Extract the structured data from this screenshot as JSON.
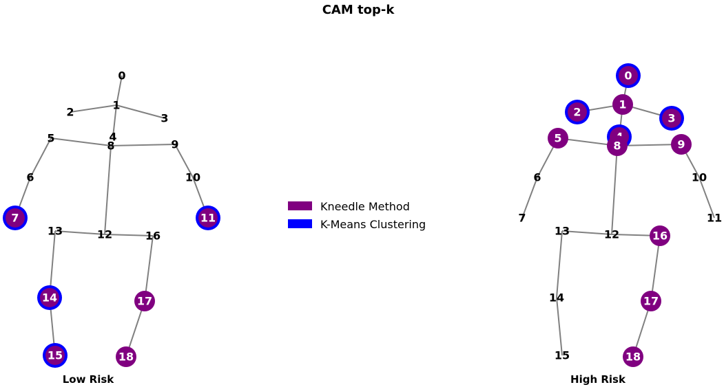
{
  "title": "CAM top-k",
  "legend": [
    {
      "label": "Kneedle Method",
      "color": "#800080"
    },
    {
      "label": "K-Means Clustering",
      "color": "#0000ff"
    }
  ],
  "colors": {
    "kneedle": "#800080",
    "kmeans": "#0000ff",
    "edge": "#808080",
    "highlighted_label": "#ffffff",
    "plain_label": "#000000"
  },
  "edges": [
    [
      0,
      1
    ],
    [
      1,
      2
    ],
    [
      1,
      3
    ],
    [
      1,
      4
    ],
    [
      5,
      8
    ],
    [
      8,
      9
    ],
    [
      5,
      6
    ],
    [
      6,
      7
    ],
    [
      9,
      10
    ],
    [
      10,
      11
    ],
    [
      8,
      12
    ],
    [
      12,
      13
    ],
    [
      12,
      16
    ],
    [
      13,
      14
    ],
    [
      14,
      15
    ],
    [
      16,
      17
    ],
    [
      17,
      18
    ]
  ],
  "panels": [
    {
      "label": "Low Risk",
      "nodes": [
        {
          "id": 0,
          "label": "0",
          "kneedle": false,
          "kmeans": false
        },
        {
          "id": 1,
          "label": "1",
          "kneedle": false,
          "kmeans": false
        },
        {
          "id": 2,
          "label": "2",
          "kneedle": false,
          "kmeans": false
        },
        {
          "id": 3,
          "label": "3",
          "kneedle": false,
          "kmeans": false
        },
        {
          "id": 4,
          "label": "4",
          "kneedle": false,
          "kmeans": false
        },
        {
          "id": 5,
          "label": "5",
          "kneedle": false,
          "kmeans": false
        },
        {
          "id": 6,
          "label": "6",
          "kneedle": false,
          "kmeans": false
        },
        {
          "id": 7,
          "label": "7",
          "kneedle": true,
          "kmeans": true
        },
        {
          "id": 8,
          "label": "8",
          "kneedle": false,
          "kmeans": false
        },
        {
          "id": 9,
          "label": "9",
          "kneedle": false,
          "kmeans": false
        },
        {
          "id": 10,
          "label": "10",
          "kneedle": false,
          "kmeans": false
        },
        {
          "id": 11,
          "label": "11",
          "kneedle": true,
          "kmeans": true
        },
        {
          "id": 12,
          "label": "12",
          "kneedle": false,
          "kmeans": false
        },
        {
          "id": 13,
          "label": "13",
          "kneedle": false,
          "kmeans": false
        },
        {
          "id": 14,
          "label": "14",
          "kneedle": true,
          "kmeans": true
        },
        {
          "id": 15,
          "label": "15",
          "kneedle": true,
          "kmeans": true
        },
        {
          "id": 16,
          "label": "16",
          "kneedle": false,
          "kmeans": false
        },
        {
          "id": 17,
          "label": "17",
          "kneedle": true,
          "kmeans": false
        },
        {
          "id": 18,
          "label": "18",
          "kneedle": true,
          "kmeans": false
        }
      ]
    },
    {
      "label": "High Risk",
      "nodes": [
        {
          "id": 0,
          "label": "0",
          "kneedle": true,
          "kmeans": true
        },
        {
          "id": 1,
          "label": "1",
          "kneedle": true,
          "kmeans": false
        },
        {
          "id": 2,
          "label": "2",
          "kneedle": true,
          "kmeans": true
        },
        {
          "id": 3,
          "label": "3",
          "kneedle": true,
          "kmeans": true
        },
        {
          "id": 4,
          "label": "4",
          "kneedle": true,
          "kmeans": true
        },
        {
          "id": 5,
          "label": "5",
          "kneedle": true,
          "kmeans": false
        },
        {
          "id": 6,
          "label": "6",
          "kneedle": false,
          "kmeans": false
        },
        {
          "id": 7,
          "label": "7",
          "kneedle": false,
          "kmeans": false
        },
        {
          "id": 8,
          "label": "8",
          "kneedle": true,
          "kmeans": false
        },
        {
          "id": 9,
          "label": "9",
          "kneedle": true,
          "kmeans": false
        },
        {
          "id": 10,
          "label": "10",
          "kneedle": false,
          "kmeans": false
        },
        {
          "id": 11,
          "label": "11",
          "kneedle": false,
          "kmeans": false
        },
        {
          "id": 12,
          "label": "12",
          "kneedle": false,
          "kmeans": false
        },
        {
          "id": 13,
          "label": "13",
          "kneedle": false,
          "kmeans": false
        },
        {
          "id": 14,
          "label": "14",
          "kneedle": false,
          "kmeans": false
        },
        {
          "id": 15,
          "label": "15",
          "kneedle": false,
          "kmeans": false
        },
        {
          "id": 16,
          "label": "16",
          "kneedle": true,
          "kmeans": false
        },
        {
          "id": 17,
          "label": "17",
          "kneedle": true,
          "kmeans": false
        },
        {
          "id": 18,
          "label": "18",
          "kneedle": true,
          "kmeans": false
        }
      ]
    }
  ]
}
